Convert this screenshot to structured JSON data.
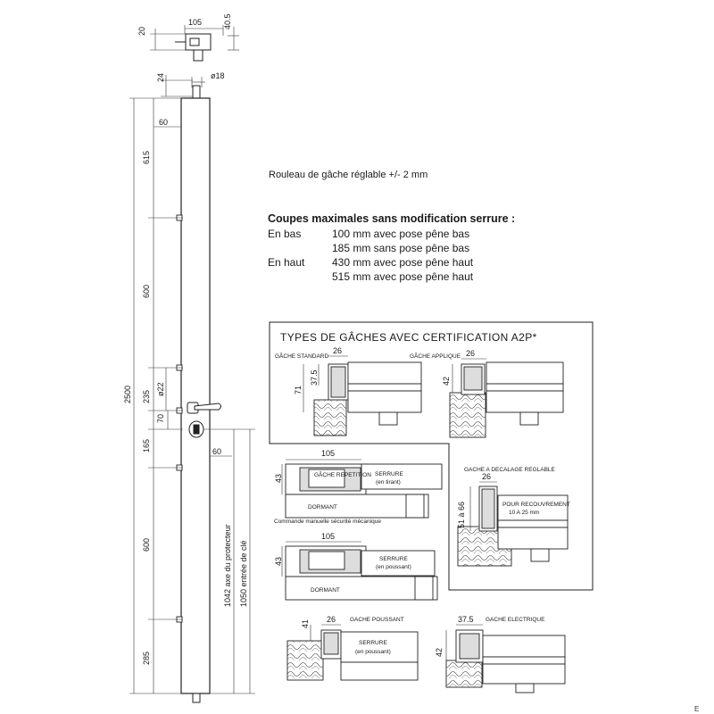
{
  "note_rouleau": "Rouleau de gâche réglable +/- 2 mm",
  "coupes": {
    "title": "Coupes maximales sans modification serrure :",
    "rows": [
      {
        "label": "En bas",
        "text": "100 mm avec pose pêne bas"
      },
      {
        "label": "",
        "text": "185 mm sans pose pêne bas"
      },
      {
        "label": "En haut",
        "text": "430 mm avec pose pêne haut"
      },
      {
        "label": "",
        "text": "515 mm avec pose pêne haut"
      }
    ]
  },
  "dimensions": {
    "head_width": "105",
    "head_right": "40.5",
    "head_height": "20",
    "rod_top": "24",
    "rod_diameter": "ø18",
    "profile_width": "60",
    "total": "2500",
    "seg_615": "615",
    "seg_600_top": "600",
    "seg_235": "235",
    "seg_70": "70",
    "handle_diameter": "ø22",
    "seg_165": "165",
    "profile_width_lower": "60",
    "seg_600_bottom": "600",
    "seg_285": "285",
    "axe_protecteur": "1042 axe du protecteur",
    "entree_cle": "1050 entrée de clé"
  },
  "types_panel": {
    "title": "TYPES DE GÂCHES AVEC CERTIFICATION A2P*",
    "gache_standard": {
      "label": "GÂCHE STANDARD",
      "w": "26",
      "h1": "37.5",
      "h2": "71"
    },
    "gache_applique": {
      "label": "GÂCHE APPLIQUE",
      "w": "26",
      "h": "42"
    },
    "gache_repetition": {
      "label": "GÂCHE REPETITION",
      "w": "105",
      "h": "43",
      "serrure": "SERRURE",
      "serrure_sub": "(en tirant)",
      "dormant": "DORMANT"
    },
    "commande": "Commande manuelle sécurité mécanique",
    "gache_decalage": {
      "label": "GACHE A DECALAGE REGLABLE",
      "w": "26",
      "h": "51 à 66",
      "pour": "POUR RECOUVREMENT",
      "pour_sub": "10 A 25 mm"
    },
    "gache_second": {
      "w": "105",
      "h": "43",
      "serrure": "SERRURE",
      "serrure_sub": "(en poussant)",
      "dormant": "DORMANT"
    },
    "gache_poussant": {
      "label": "GACHE POUSSANT",
      "w": "26",
      "h": "41",
      "serrure": "SERRURE",
      "serrure_sub": "(en poussant)"
    },
    "gache_electrique": {
      "label": "GACHE ELECTRIQUE",
      "w": "37.5",
      "h": "42"
    }
  },
  "corner_mark": "E"
}
